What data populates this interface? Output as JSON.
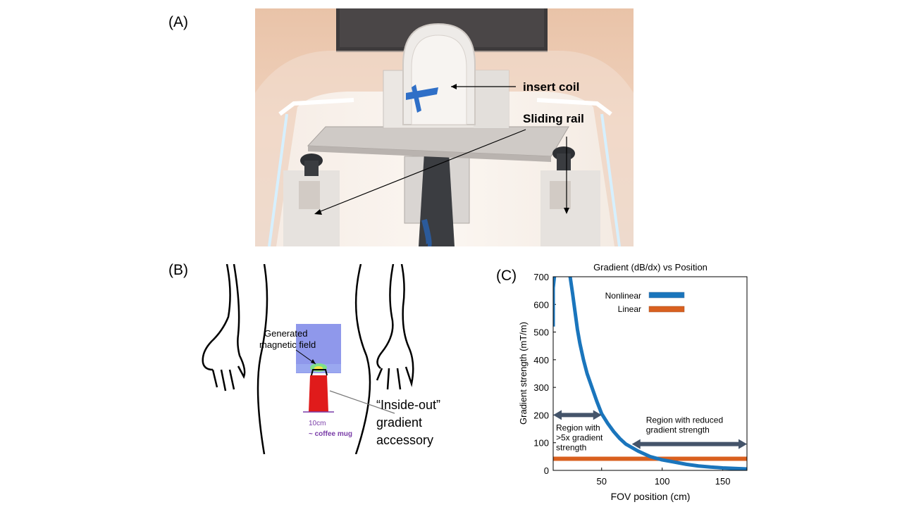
{
  "panels": {
    "a": "(A)",
    "b": "(B)",
    "c": "(C)"
  },
  "photo": {
    "insert_coil": "insert coil",
    "sliding_rail": "Sliding rail"
  },
  "illustration": {
    "generated_field_line1": "Generated",
    "generated_field_line2": "magnetic field",
    "accessory_line1": "“Inside-out”",
    "accessory_line2": "gradient",
    "accessory_line3": "accessory",
    "size_label": "10cm",
    "mug_label": "~ coffee mug"
  },
  "chart_data": {
    "type": "line",
    "title": "Gradient (dB/dx) vs Position",
    "xlabel": "FOV position (cm)",
    "ylabel": "Gradient strength (mT/m)",
    "xlim": [
      10,
      170
    ],
    "ylim": [
      0,
      700
    ],
    "xticks": [
      50,
      100,
      150
    ],
    "yticks": [
      0,
      100,
      200,
      300,
      400,
      500,
      600,
      700
    ],
    "grid": false,
    "legend_position": "top-left",
    "colors": {
      "nonlinear": "#1a75bc",
      "linear": "#d9601f",
      "arrow": "#44546a"
    },
    "series": [
      {
        "name": "Nonlinear",
        "x": [
          10,
          10,
          10,
          11,
          24,
          26,
          28,
          30,
          32,
          35,
          38,
          42,
          46,
          50,
          55,
          60,
          65,
          70,
          80,
          90,
          100,
          110,
          120,
          130,
          140,
          150,
          160,
          170
        ],
        "y": [
          520,
          600,
          660,
          700,
          700,
          640,
          575,
          510,
          460,
          400,
          350,
          300,
          250,
          205,
          170,
          140,
          115,
          95,
          70,
          50,
          38,
          30,
          22,
          16,
          12,
          9,
          7,
          5
        ]
      },
      {
        "name": "Linear",
        "x": [
          10,
          170
        ],
        "y": [
          42,
          42
        ]
      }
    ],
    "annotations": [
      {
        "text_line1": "Region with",
        "text_line2": ">5x gradient",
        "text_line3": "strength",
        "arrow_x": [
          10,
          50
        ],
        "arrow_y": 200
      },
      {
        "text_line1": "Region with reduced",
        "text_line2": "gradient strength",
        "arrow_x": [
          75,
          170
        ],
        "arrow_y": 95
      }
    ]
  }
}
